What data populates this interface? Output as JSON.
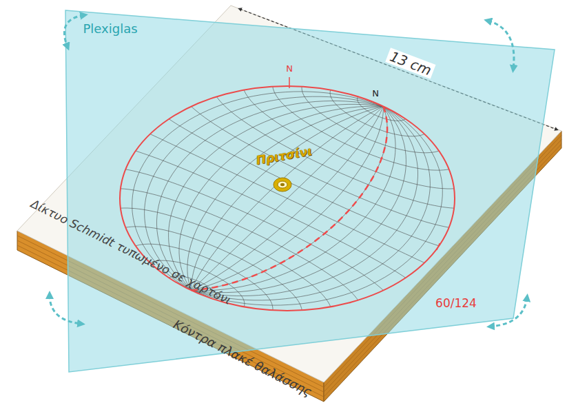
{
  "diagram": {
    "labels": [
      "13 cm",
      "Plexiglas",
      "N",
      "N",
      "Πριτσίνι",
      "60/124",
      "Δίκτυο Schmidt τυπωμένο σε χαρτόνι",
      "Κόντρα πλακέ θαλάσσης"
    ]
  }
}
